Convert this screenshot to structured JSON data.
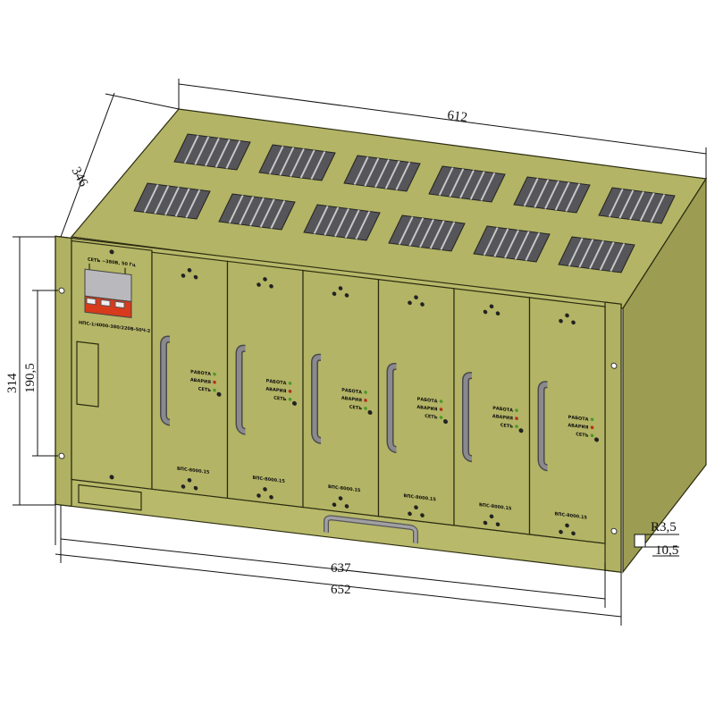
{
  "drawing": {
    "dimensions": {
      "width_top": "612",
      "depth": "346",
      "height_total": "314",
      "mount_hole_spacing": "190,5",
      "width_body": "637",
      "width_panel": "652",
      "corner_radius": "R3,5",
      "slot_size": "10,5"
    },
    "input_panel": {
      "breaker_label": "СЕТЬ ~380В, 50 Гц",
      "model_label": "НПС-1/4000-380/220В-50Ч-2"
    },
    "module_indicators": [
      "РАБОТА",
      "АВАРИЯ",
      "СЕТЬ"
    ],
    "modules": [
      {
        "model": "ВПС-8000.15"
      },
      {
        "model": "ВПС-8000.15"
      },
      {
        "model": "ВПС-8000.15"
      },
      {
        "model": "ВПС-8000.15"
      },
      {
        "model": "ВПС-8000.15"
      },
      {
        "model": "ВПС-8000.15"
      }
    ],
    "colors": {
      "body": "#b3b465",
      "body_dark": "#8f9048",
      "vent": "#55555a",
      "handle": "#8a8a8e",
      "breaker_red": "#d83a1c",
      "led_green": "#4a9a2a",
      "led_red": "#b03018"
    }
  }
}
